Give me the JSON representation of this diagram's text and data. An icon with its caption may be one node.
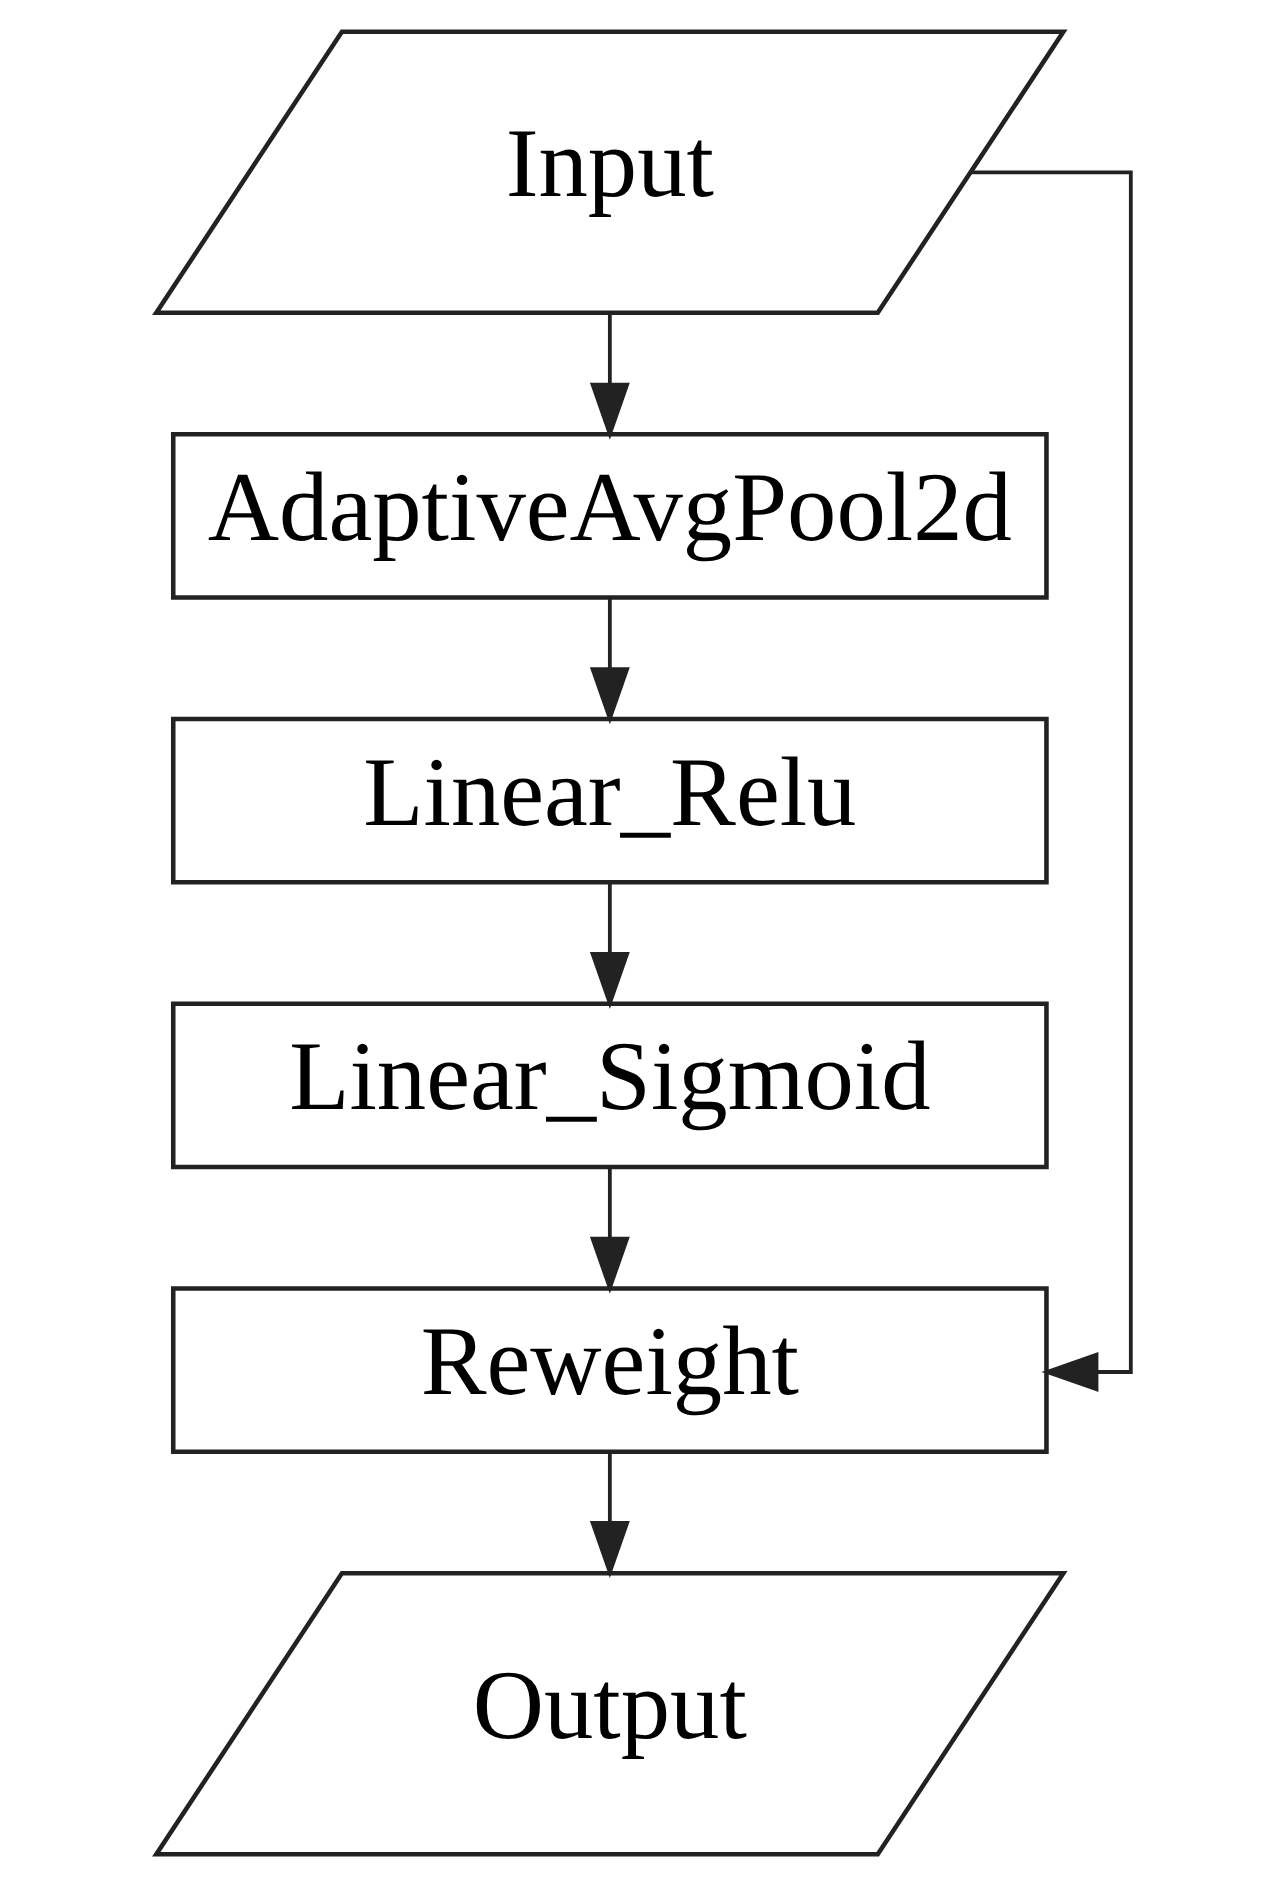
{
  "diagram": {
    "nodes": [
      {
        "text": [
          "Input"
        ]
      },
      {
        "text": [
          "AdaptiveAvgPool2d"
        ]
      },
      {
        "text": [
          "Linear_Relu"
        ]
      },
      {
        "text": [
          "Linear_Sigmoid"
        ]
      },
      {
        "text": [
          "Reweight"
        ]
      },
      {
        "text": [
          "Output"
        ]
      }
    ],
    "edges": [
      {
        "from": 0,
        "to": 1,
        "arrow": "to"
      },
      {
        "from": 1,
        "to": 2,
        "arrow": "to"
      },
      {
        "from": 2,
        "to": 3,
        "arrow": "to"
      },
      {
        "from": 3,
        "to": 4,
        "arrow": "to"
      },
      {
        "from": 0,
        "to": 4,
        "arrow": "to"
      },
      {
        "from": 4,
        "to": 5,
        "arrow": "to"
      }
    ]
  }
}
